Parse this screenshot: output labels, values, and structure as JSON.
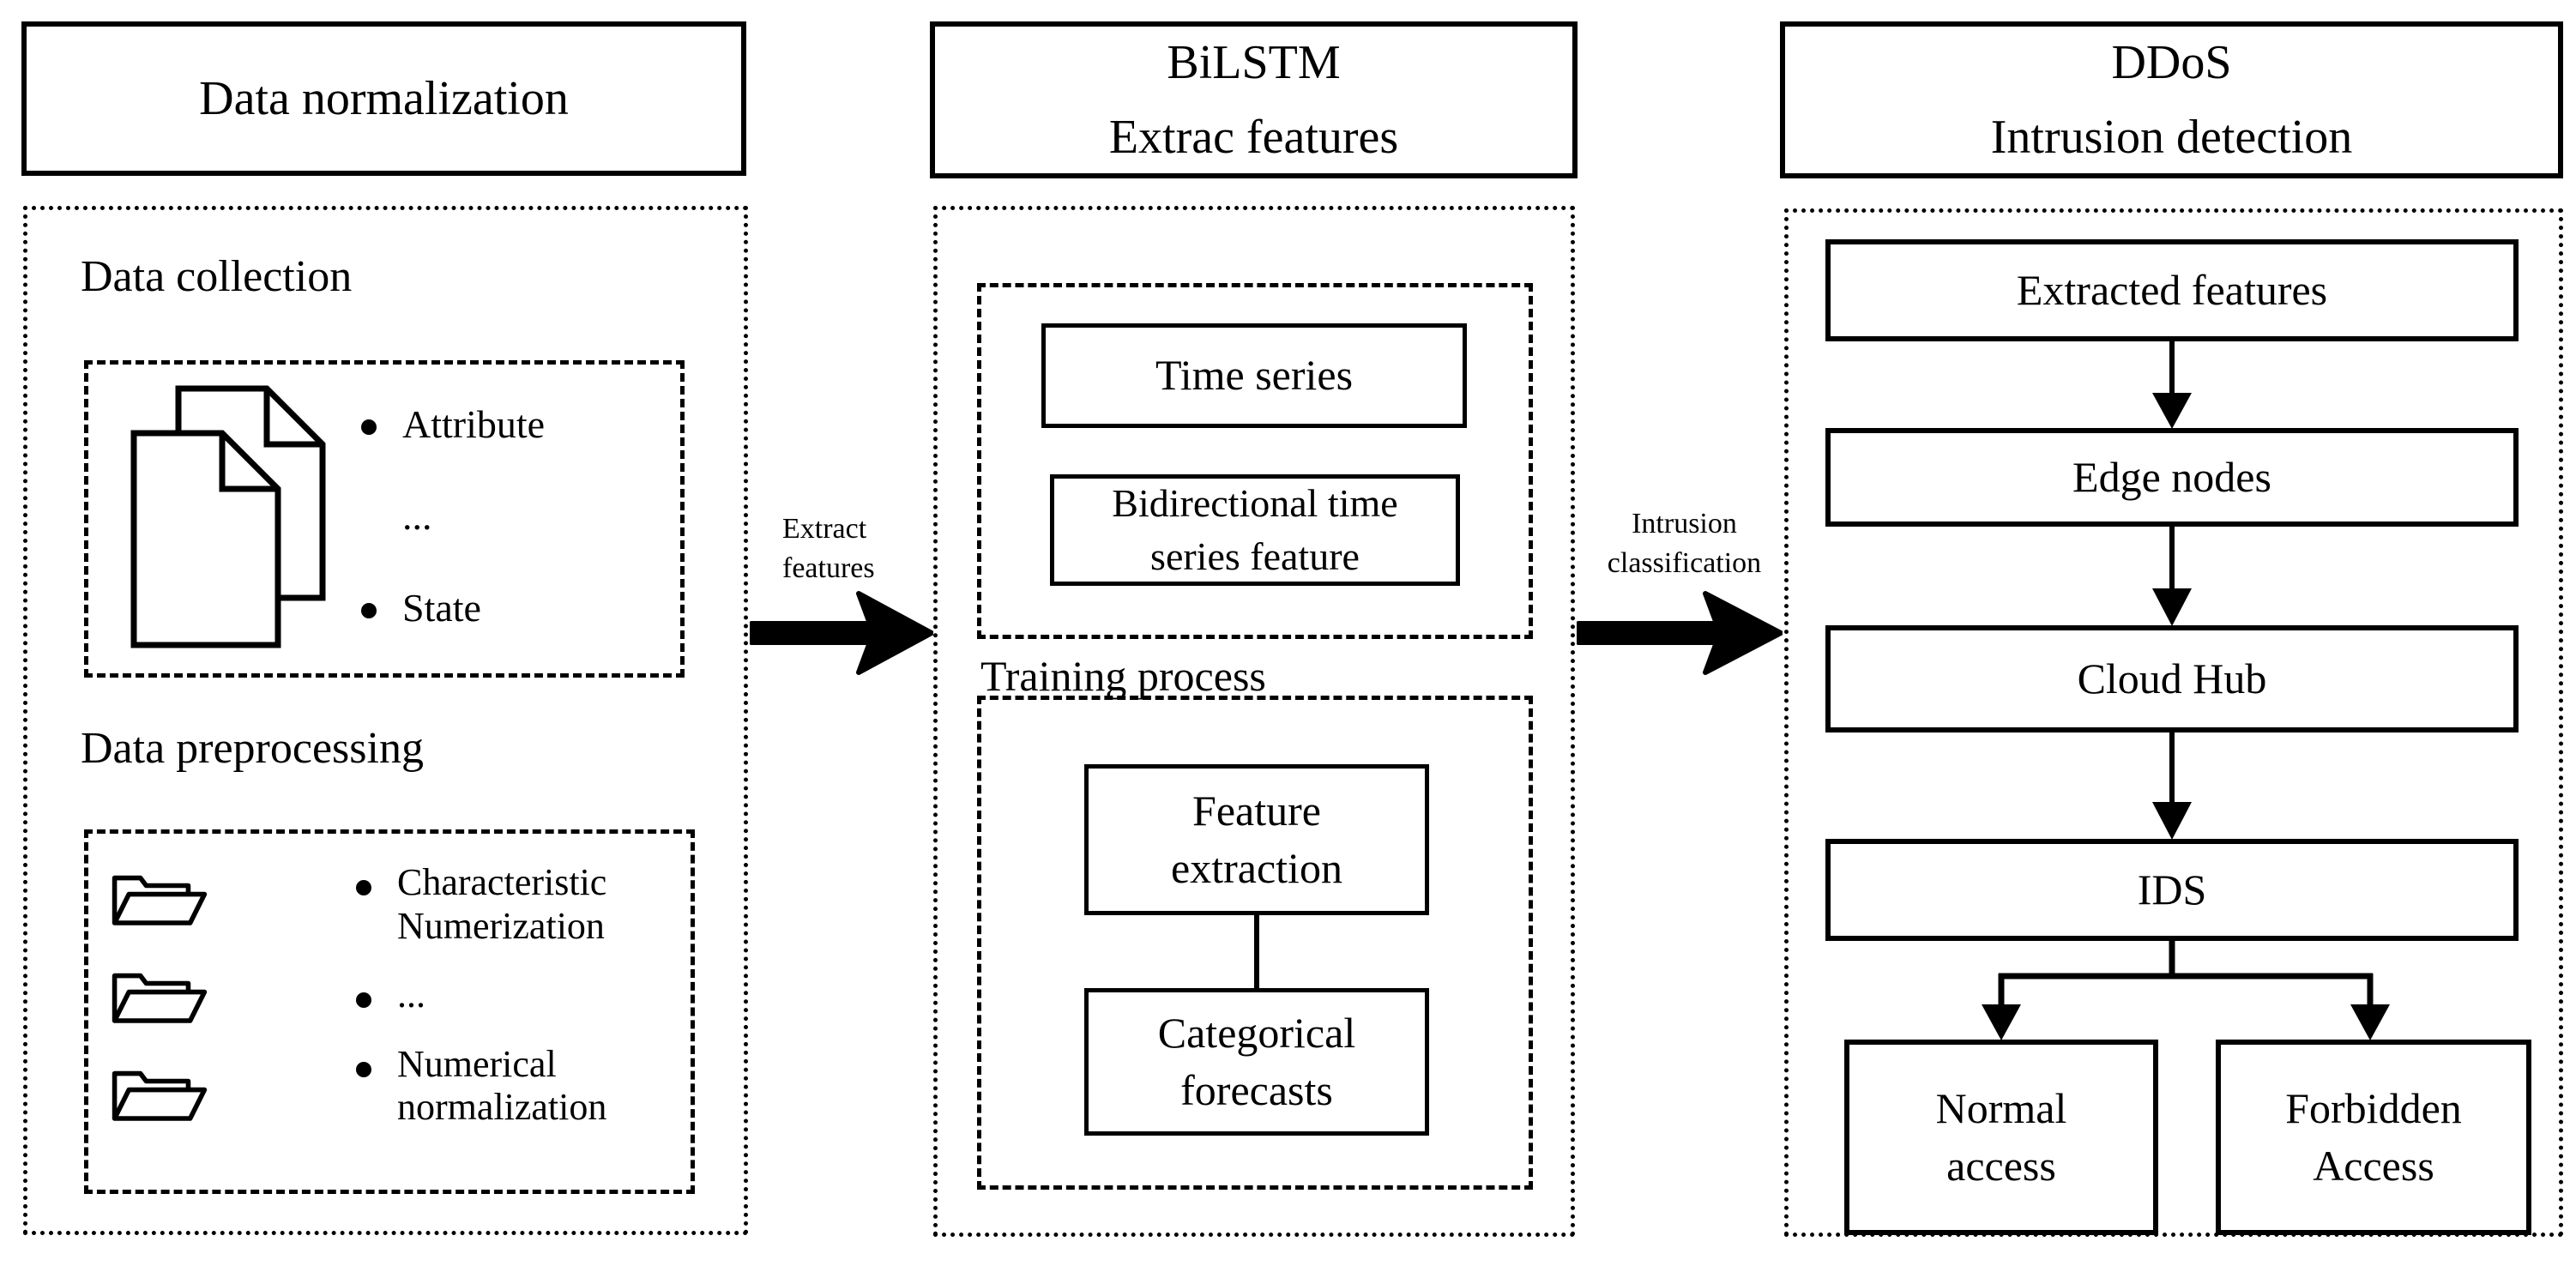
{
  "left": {
    "title": "Data normalization",
    "collection": {
      "heading": "Data collection",
      "items": [
        "Attribute",
        "...",
        "State"
      ]
    },
    "preprocessing": {
      "heading": "Data preprocessing",
      "items": [
        "Characteristic Numerization",
        "...",
        "Numerical normalization"
      ]
    }
  },
  "middle": {
    "title": {
      "line1": "BiLSTM",
      "line2": "Extrac features"
    },
    "extraction": {
      "box1": "Time series",
      "box2": "Bidirectional time series feature"
    },
    "training": {
      "heading": "Training process",
      "box1": "Feature extraction",
      "box2": "Categorical forecasts"
    }
  },
  "right": {
    "title": {
      "line1": "DDoS",
      "line2": "Intrusion detection"
    },
    "flow": {
      "box1": "Extracted features",
      "box2": "Edge nodes",
      "box3": "Cloud Hub",
      "box4": "IDS",
      "outcome1": "Normal access",
      "outcome2": "Forbidden Access"
    }
  },
  "arrows": {
    "extract": {
      "line1": "Extract",
      "line2": "features"
    },
    "intrusion": {
      "line1": "Intrusion",
      "line2": "classification"
    }
  },
  "colors": {
    "ink": "#000000",
    "paper": "#ffffff"
  }
}
